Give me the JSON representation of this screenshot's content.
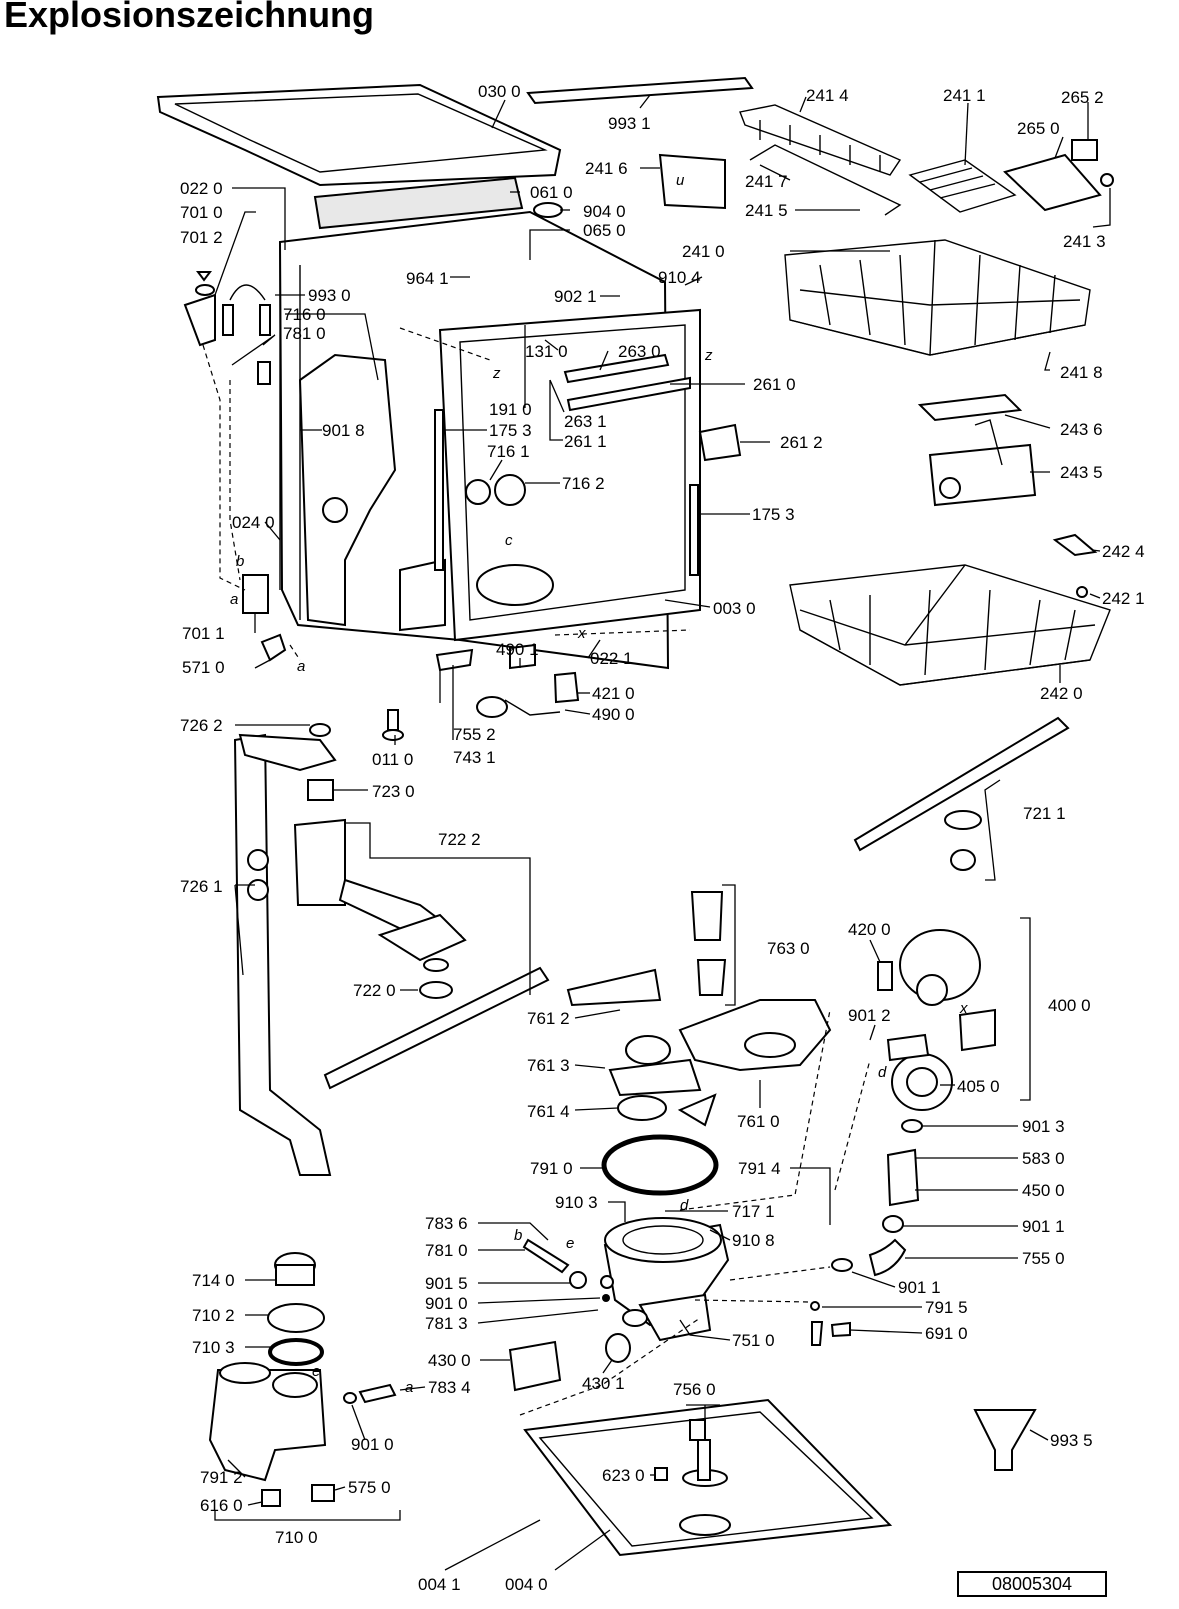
{
  "title": "Explosionszeichnung",
  "doc_number": "08005304",
  "labels": [
    {
      "id": "l0300",
      "text": "030 0"
    },
    {
      "id": "l9931",
      "text": "993 1"
    },
    {
      "id": "l2414",
      "text": "241 4"
    },
    {
      "id": "l2411",
      "text": "241 1"
    },
    {
      "id": "l2652",
      "text": "265 2"
    },
    {
      "id": "l2650",
      "text": "265 0"
    },
    {
      "id": "l2416",
      "text": "241 6"
    },
    {
      "id": "l2417",
      "text": "241 7"
    },
    {
      "id": "l2415",
      "text": "241 5"
    },
    {
      "id": "l2413",
      "text": "241 3"
    },
    {
      "id": "l0220",
      "text": "022 0"
    },
    {
      "id": "l0610",
      "text": "061 0"
    },
    {
      "id": "l7010",
      "text": "701 0"
    },
    {
      "id": "l9040",
      "text": "904 0"
    },
    {
      "id": "l0650",
      "text": "065 0"
    },
    {
      "id": "l7012",
      "text": "701 2"
    },
    {
      "id": "l2410",
      "text": "241 0"
    },
    {
      "id": "l9641",
      "text": "964 1"
    },
    {
      "id": "l9104",
      "text": "910 4"
    },
    {
      "id": "l9021",
      "text": "902 1"
    },
    {
      "id": "l9930",
      "text": "993 0"
    },
    {
      "id": "l7160",
      "text": "716 0"
    },
    {
      "id": "l7810",
      "text": "781 0"
    },
    {
      "id": "l1310",
      "text": "131 0"
    },
    {
      "id": "l2630",
      "text": "263 0"
    },
    {
      "id": "l2418",
      "text": "241 8"
    },
    {
      "id": "l2610",
      "text": "261 0"
    },
    {
      "id": "l1910",
      "text": "191 0"
    },
    {
      "id": "l2631",
      "text": "263 1"
    },
    {
      "id": "l9018",
      "text": "901 8"
    },
    {
      "id": "l1753a",
      "text": "175 3"
    },
    {
      "id": "l2611",
      "text": "261 1"
    },
    {
      "id": "l2612",
      "text": "261 2"
    },
    {
      "id": "l2436",
      "text": "243 6"
    },
    {
      "id": "l7161",
      "text": "716 1"
    },
    {
      "id": "l7162",
      "text": "716 2"
    },
    {
      "id": "l2435",
      "text": "243 5"
    },
    {
      "id": "l1753b",
      "text": "175 3"
    },
    {
      "id": "l0240",
      "text": "024 0"
    },
    {
      "id": "l2424",
      "text": "242 4"
    },
    {
      "id": "l2421",
      "text": "242 1"
    },
    {
      "id": "l0030",
      "text": "003 0"
    },
    {
      "id": "l7011",
      "text": "701 1"
    },
    {
      "id": "l4901",
      "text": "490 1"
    },
    {
      "id": "l0221",
      "text": "022 1"
    },
    {
      "id": "l5710",
      "text": "571 0"
    },
    {
      "id": "l4210",
      "text": "421 0"
    },
    {
      "id": "l2420",
      "text": "242 0"
    },
    {
      "id": "l4900",
      "text": "490 0"
    },
    {
      "id": "l7262",
      "text": "726 2"
    },
    {
      "id": "l7552",
      "text": "755 2"
    },
    {
      "id": "l0110",
      "text": "011 0"
    },
    {
      "id": "l7431",
      "text": "743 1"
    },
    {
      "id": "l7230",
      "text": "723 0"
    },
    {
      "id": "l7211",
      "text": "721 1"
    },
    {
      "id": "l7222",
      "text": "722 2"
    },
    {
      "id": "l7261",
      "text": "726 1"
    },
    {
      "id": "l7630",
      "text": "763 0"
    },
    {
      "id": "l4200",
      "text": "420 0"
    },
    {
      "id": "l7220",
      "text": "722 0"
    },
    {
      "id": "l4000",
      "text": "400 0"
    },
    {
      "id": "l9012",
      "text": "901 2"
    },
    {
      "id": "l7612",
      "text": "761 2"
    },
    {
      "id": "l7613",
      "text": "761 3"
    },
    {
      "id": "l4050",
      "text": "405 0"
    },
    {
      "id": "l7614",
      "text": "761 4"
    },
    {
      "id": "l7610",
      "text": "761 0"
    },
    {
      "id": "l9013",
      "text": "901 3"
    },
    {
      "id": "l7910",
      "text": "791 0"
    },
    {
      "id": "l7914",
      "text": "791 4"
    },
    {
      "id": "l5830",
      "text": "583 0"
    },
    {
      "id": "l4500",
      "text": "450 0"
    },
    {
      "id": "l9103",
      "text": "910 3"
    },
    {
      "id": "l7171",
      "text": "717 1"
    },
    {
      "id": "l7836",
      "text": "783 6"
    },
    {
      "id": "l9011a",
      "text": "901 1"
    },
    {
      "id": "l9108",
      "text": "910 8"
    },
    {
      "id": "l7810b",
      "text": "781 0"
    },
    {
      "id": "l7550",
      "text": "755 0"
    },
    {
      "id": "l7140",
      "text": "714 0"
    },
    {
      "id": "l9015",
      "text": "901 5"
    },
    {
      "id": "l9011b",
      "text": "901 1"
    },
    {
      "id": "l9010a",
      "text": "901 0"
    },
    {
      "id": "l7915",
      "text": "791 5"
    },
    {
      "id": "l7102",
      "text": "710 2"
    },
    {
      "id": "l7813",
      "text": "781 3"
    },
    {
      "id": "l7510",
      "text": "751 0"
    },
    {
      "id": "l6910",
      "text": "691 0"
    },
    {
      "id": "l7103",
      "text": "710 3"
    },
    {
      "id": "l4300",
      "text": "430 0"
    },
    {
      "id": "l4301",
      "text": "430 1"
    },
    {
      "id": "l7834",
      "text": "783 4"
    },
    {
      "id": "l7560",
      "text": "756 0"
    },
    {
      "id": "l9010b",
      "text": "901 0"
    },
    {
      "id": "l9935",
      "text": "993 5"
    },
    {
      "id": "l7912",
      "text": "791 2"
    },
    {
      "id": "l6230",
      "text": "623 0"
    },
    {
      "id": "l6160",
      "text": "616 0"
    },
    {
      "id": "l5750",
      "text": "575 0"
    },
    {
      "id": "l7100",
      "text": "710 0"
    },
    {
      "id": "l0041",
      "text": "004 1"
    },
    {
      "id": "l0040",
      "text": "004 0"
    }
  ],
  "letters": [
    {
      "id": "z1",
      "text": "z"
    },
    {
      "id": "z2",
      "text": "z"
    },
    {
      "id": "u1",
      "text": "u"
    },
    {
      "id": "b1",
      "text": "b"
    },
    {
      "id": "a1",
      "text": "a"
    },
    {
      "id": "a2",
      "text": "a"
    },
    {
      "id": "c1",
      "text": "c"
    },
    {
      "id": "x1",
      "text": "x"
    },
    {
      "id": "x2",
      "text": "x"
    },
    {
      "id": "d1",
      "text": "d"
    },
    {
      "id": "d2",
      "text": "d"
    },
    {
      "id": "e1",
      "text": "e"
    },
    {
      "id": "b2",
      "text": "b"
    },
    {
      "id": "e2",
      "text": "e"
    },
    {
      "id": "a3",
      "text": "a"
    }
  ]
}
